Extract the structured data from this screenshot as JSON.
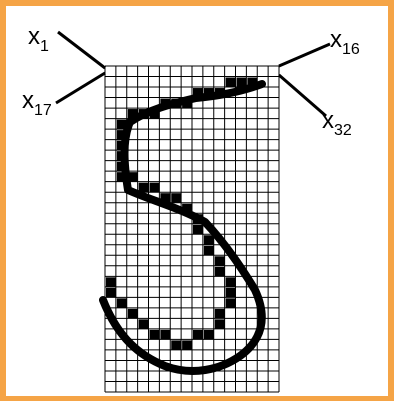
{
  "labels": {
    "top_left": {
      "base": "x",
      "sub": "1"
    },
    "bottom_left": {
      "base": "x",
      "sub": "17"
    },
    "top_right": {
      "base": "x",
      "sub": "16"
    },
    "bottom_right": {
      "base": "x",
      "sub": "32"
    }
  },
  "grid": {
    "columns": 16,
    "rows": 31
  },
  "colors": {
    "frame": "#f5a446",
    "ink": "#000000",
    "grid": "#000000"
  }
}
